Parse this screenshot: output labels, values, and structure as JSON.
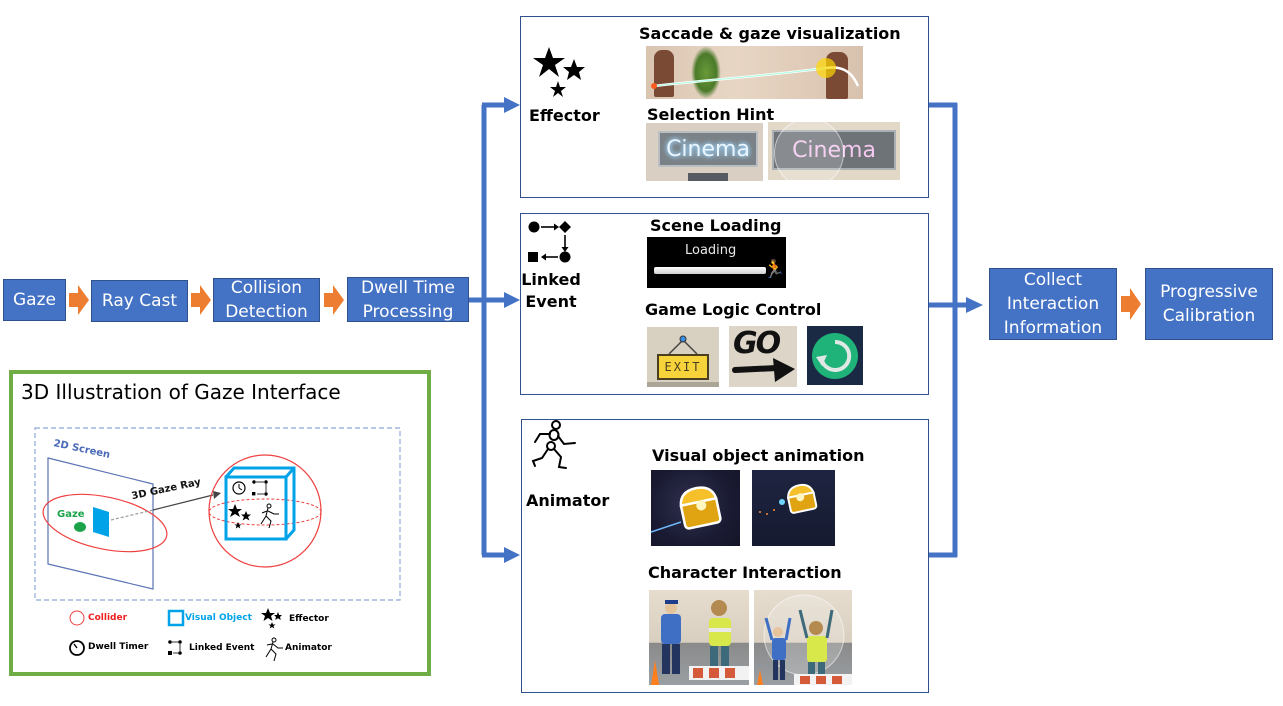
{
  "pipeline": {
    "steps": [
      {
        "id": "gaze",
        "label": "Gaze"
      },
      {
        "id": "ray-cast",
        "label": "Ray Cast"
      },
      {
        "id": "collision-detection",
        "label": "Collision\nDetection"
      },
      {
        "id": "dwell-time-processing",
        "label": "Dwell Time\nProcessing"
      }
    ],
    "output_steps": [
      {
        "id": "collect-interaction-information",
        "label": "Collect\nInteraction\nInformation"
      },
      {
        "id": "progressive-calibration",
        "label": "Progressive\nCalibration"
      }
    ],
    "colors": {
      "box": "#4472c4",
      "connector": "#4472c4",
      "step_arrow": "#ed7d31",
      "panel_border": "#2f528f",
      "illustration_border": "#70ad47"
    }
  },
  "modules": {
    "effector": {
      "label": "Effector",
      "icon": "three-stars-icon",
      "sections": [
        {
          "title": "Saccade & gaze visualization",
          "images": [
            "saccade-trail-screenshot"
          ]
        },
        {
          "title": "Selection Hint",
          "images": [
            "cinema-sign-glow-screenshot",
            "cinema-sign-highlight-screenshot"
          ]
        }
      ],
      "cinema_text": "Cinema"
    },
    "linked_event": {
      "label": "Linked\nEvent",
      "icon": "linked-event-flow-icon",
      "sections": [
        {
          "title": "Scene Loading",
          "images": [
            "loading-bar-screenshot"
          ],
          "loading_text": "Loading",
          "loading_progress": 0.92
        },
        {
          "title": "Game Logic Control",
          "images": [
            "exit-sign-screenshot",
            "go-arrow-screenshot",
            "restart-button-screenshot"
          ],
          "exit_text": "EXIT",
          "go_text": "GO"
        }
      ]
    },
    "animator": {
      "label": "Animator",
      "icon": "running-stick-figure-icon",
      "sections": [
        {
          "title": "Visual object animation",
          "images": [
            "treasure-chest-large-screenshot",
            "treasure-chest-small-screenshot"
          ]
        },
        {
          "title": "Character Interaction",
          "images": [
            "characters-standing-screenshot",
            "characters-arms-raised-screenshot"
          ]
        }
      ]
    }
  },
  "illustration": {
    "title": "3D Illustration of Gaze Interface",
    "screen_label": "2D Screen",
    "gaze_label": "Gaze",
    "ray_label": "3D Gaze Ray",
    "legend": [
      {
        "icon": "collider-circle-icon",
        "label": "Collider",
        "color": "#ff0000"
      },
      {
        "icon": "visual-object-square-icon",
        "label": "Visual Object",
        "color": "#00b0f0"
      },
      {
        "icon": "effector-stars-icon",
        "label": "Effector",
        "color": "#000000"
      },
      {
        "icon": "dwell-timer-icon",
        "label": "Dwell Timer",
        "color": "#000000"
      },
      {
        "icon": "linked-event-icon",
        "label": "Linked Event",
        "color": "#000000"
      },
      {
        "icon": "animator-figure-icon",
        "label": "Animator",
        "color": "#000000"
      }
    ]
  }
}
